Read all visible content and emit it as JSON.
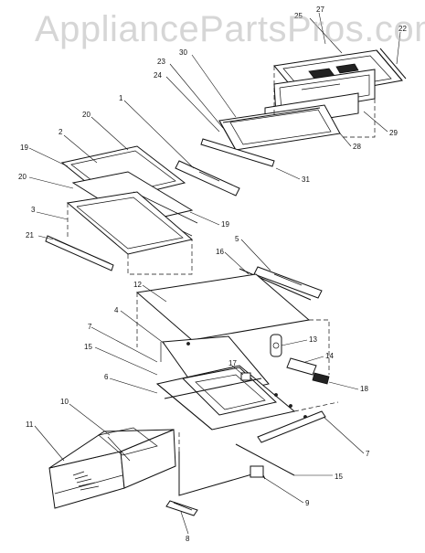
{
  "watermark": "AppliancePartsPros.com",
  "callouts": [
    {
      "id": "c27",
      "label": "27"
    },
    {
      "id": "c25",
      "label": "25"
    },
    {
      "id": "c22",
      "label": "22"
    },
    {
      "id": "c30",
      "label": "30"
    },
    {
      "id": "c23",
      "label": "23"
    },
    {
      "id": "c24",
      "label": "24"
    },
    {
      "id": "c29",
      "label": "29"
    },
    {
      "id": "c28",
      "label": "28"
    },
    {
      "id": "c31",
      "label": "31"
    },
    {
      "id": "c1",
      "label": "1"
    },
    {
      "id": "c20a",
      "label": "20"
    },
    {
      "id": "c2",
      "label": "2"
    },
    {
      "id": "c19a",
      "label": "19"
    },
    {
      "id": "c20b",
      "label": "20"
    },
    {
      "id": "c3",
      "label": "3"
    },
    {
      "id": "c19b",
      "label": "19"
    },
    {
      "id": "c21",
      "label": "21"
    },
    {
      "id": "c5",
      "label": "5"
    },
    {
      "id": "c16",
      "label": "16"
    },
    {
      "id": "c12",
      "label": "12"
    },
    {
      "id": "c4",
      "label": "4"
    },
    {
      "id": "c7a",
      "label": "7"
    },
    {
      "id": "c13",
      "label": "13"
    },
    {
      "id": "c15a",
      "label": "15"
    },
    {
      "id": "c14",
      "label": "14"
    },
    {
      "id": "c17",
      "label": "17"
    },
    {
      "id": "c6",
      "label": "6"
    },
    {
      "id": "c18",
      "label": "18"
    },
    {
      "id": "c10",
      "label": "10"
    },
    {
      "id": "c11",
      "label": "11"
    },
    {
      "id": "c7b",
      "label": "7"
    },
    {
      "id": "c15b",
      "label": "15"
    },
    {
      "id": "c9",
      "label": "9"
    },
    {
      "id": "c8",
      "label": "8"
    }
  ]
}
